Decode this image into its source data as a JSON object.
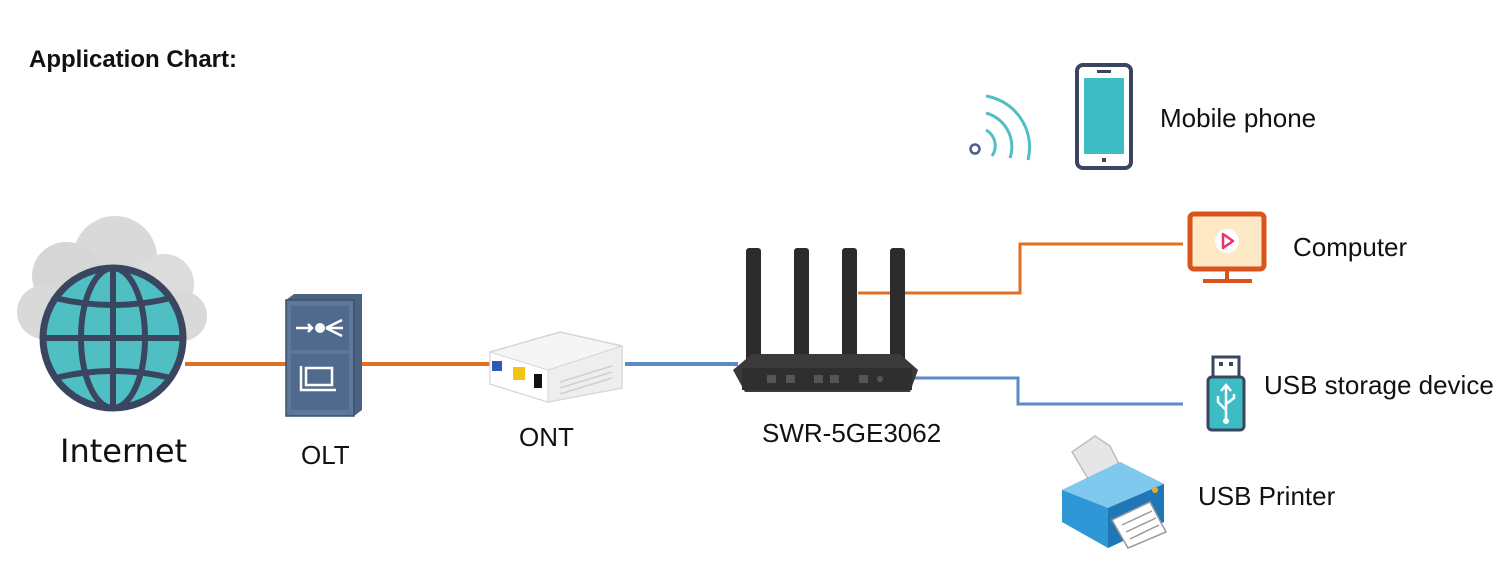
{
  "header": {
    "title": "Application Chart:"
  },
  "nodes": {
    "internet": "Internet",
    "olt": "OLT",
    "ont": "ONT",
    "router": "SWR-5GE3062",
    "mobile": "Mobile phone",
    "computer": "Computer",
    "usb_storage": "USB storage device",
    "usb_printer": "USB Printer"
  },
  "colors": {
    "fiber_link": "#e07020",
    "ethernet_link": "#5b8bc6",
    "globe": "#4fbfc4",
    "globe_outline": "#3a4660",
    "computer_accent": "#d9541c",
    "wifi": "#4fbfc4"
  },
  "icons": [
    "cloud-icon",
    "globe-icon",
    "olt-device-icon",
    "ont-device-icon",
    "router-icon",
    "wifi-icon",
    "mobile-phone-icon",
    "computer-icon",
    "usb-drive-icon",
    "printer-icon"
  ]
}
